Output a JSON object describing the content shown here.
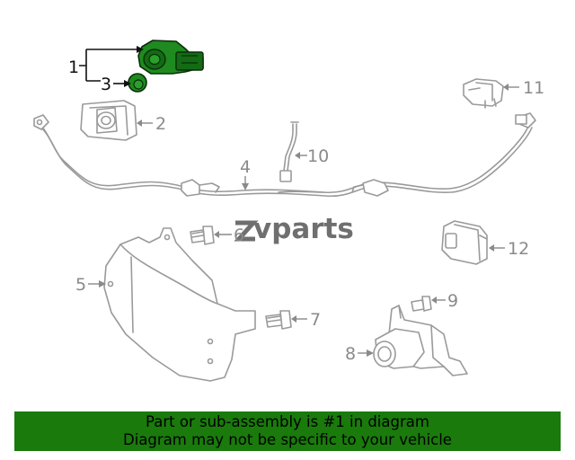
{
  "callouts": {
    "c1": "1",
    "c2": "2",
    "c3": "3",
    "c4": "4",
    "c5": "5",
    "c6": "6",
    "c7": "7",
    "c8": "8",
    "c9": "9",
    "c10": "10",
    "c11": "11",
    "c12": "12"
  },
  "watermark": {
    "brand": "vparts"
  },
  "banner": {
    "line1": "Part or sub-assembly is #1 in diagram",
    "line2": "Diagram may not be specific to your vehicle"
  },
  "colors": {
    "highlight": "#1f8a1f",
    "banner": "#1a7a0c",
    "line_art": "#9a9a9a"
  }
}
